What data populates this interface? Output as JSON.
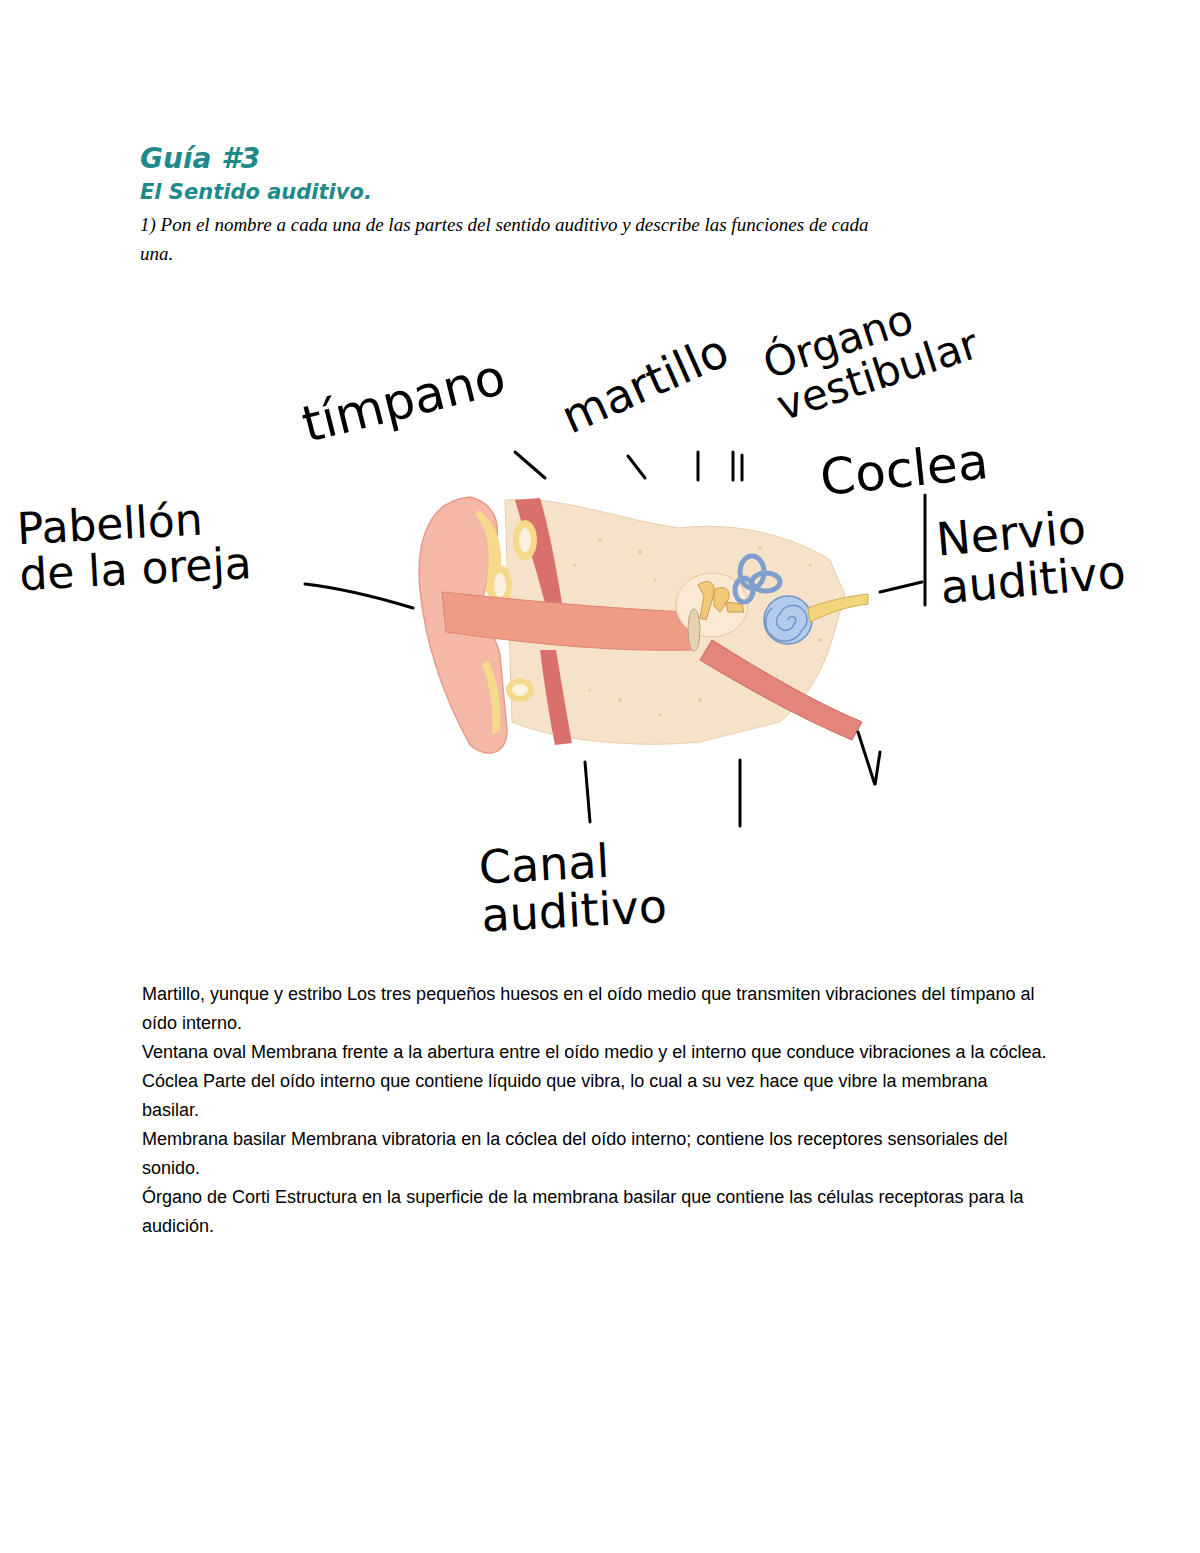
{
  "diagram": {
    "title": "Guía #3",
    "labels": [
      "El Sentido auditivo.",
      "1) Pon el nombre a cada una de las partes del sentido auditivo y describe las funciones de cada una.",
      "Pabellón de la oreja",
      "tímpano",
      "martillo",
      "Órgano vestibular",
      "Coclea",
      "Nervio auditivo",
      "Canal auditivo",
      "Martillo, yunque y estribo Los tres pequeños huesos en el oído medio que transmiten vibraciones del tímpano al oído interno.",
      "Ventana oval Membrana frente a la abertura entre el oído medio y el interno que conduce vibraciones a la cóclea.",
      "Cóclea Parte del oído interno que contiene líquido que vibra, lo cual a su vez hace que vibre la membrana basilar.",
      "Membrana basilar Membrana vibratoria en la cóclea del oído interno; contiene los receptores sensoriales del sonido.",
      "Órgano de Corti Estructura en la superficie de la membrana basilar que contiene las células receptoras para la audición."
    ]
  }
}
